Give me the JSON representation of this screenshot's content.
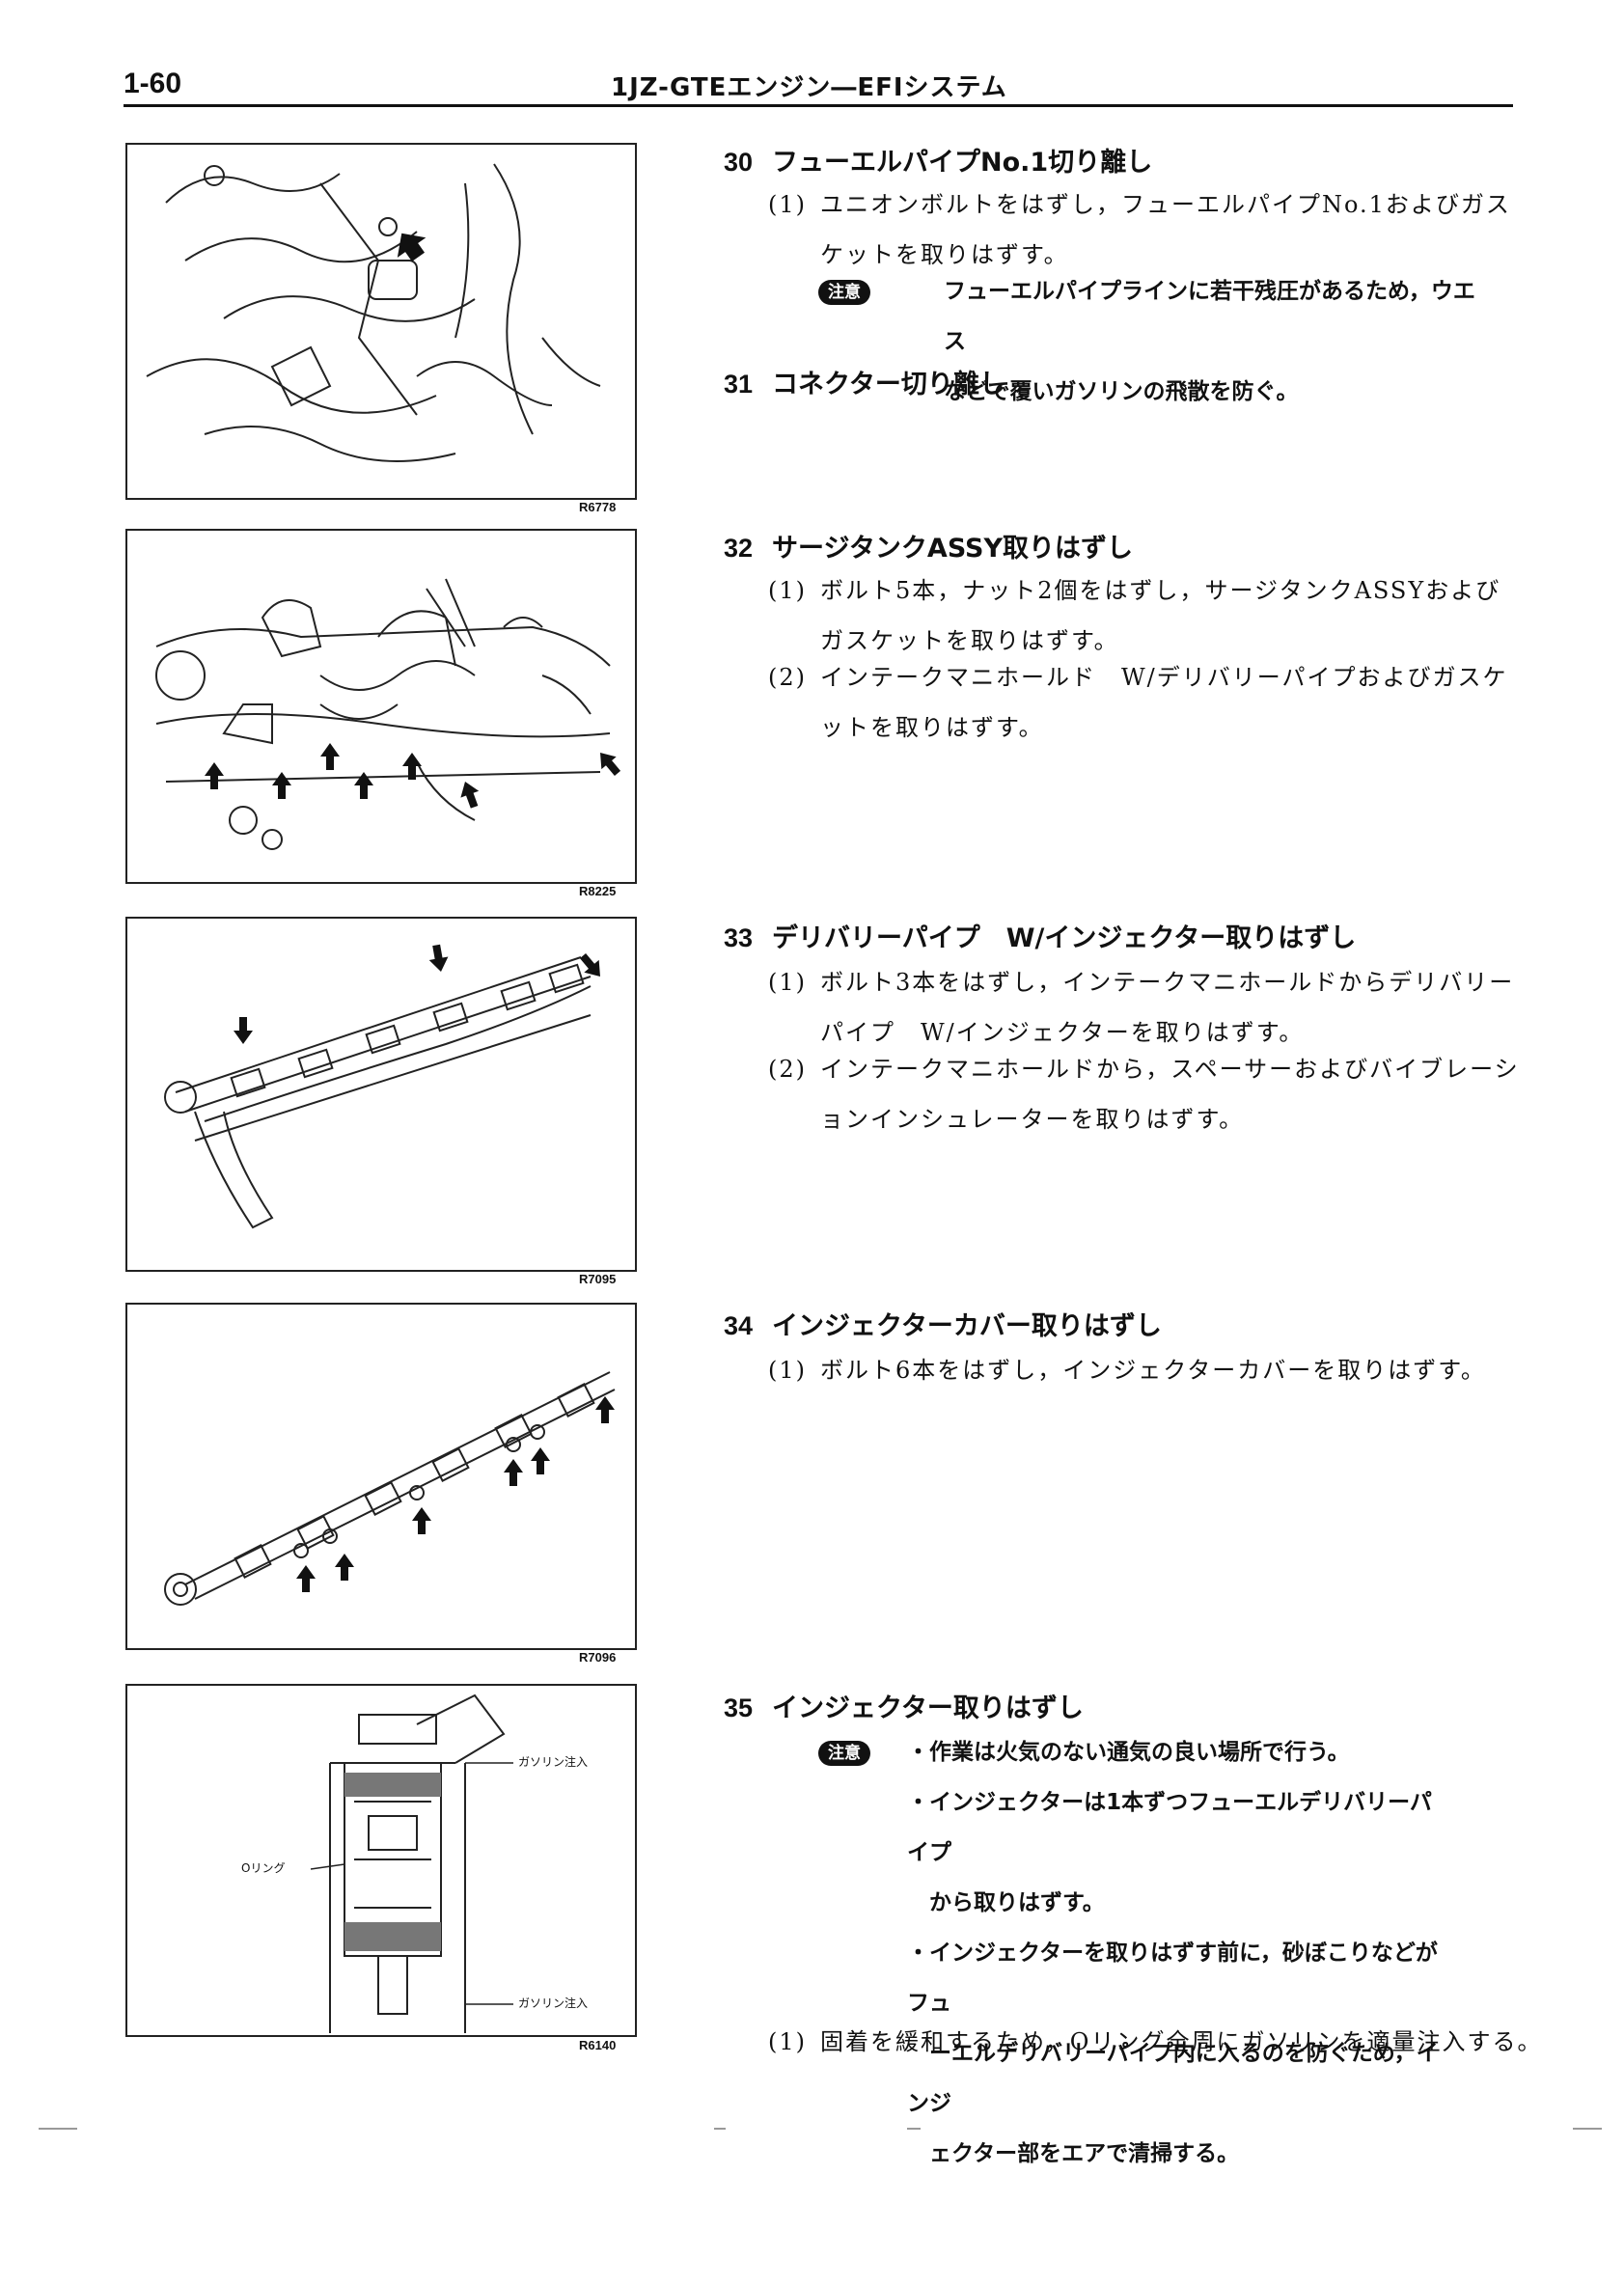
{
  "header": {
    "page_number": "1-60",
    "title": "1JZ-GTEエンジン―EFIシステム"
  },
  "figures": [
    {
      "code": "R6778"
    },
    {
      "code": "R8225"
    },
    {
      "code": "R7095"
    },
    {
      "code": "R7096"
    },
    {
      "code": "R6140",
      "labels": {
        "inlet_top": "ガソリン注入",
        "o_ring": "Oリング",
        "inlet_bottom": "ガソリン注入"
      }
    }
  ],
  "sections": [
    {
      "number": "30",
      "title": "フューエルパイプNo.1切り離し",
      "steps": [
        {
          "num": "(1)",
          "line1": "ユニオンボルトをはずし，フューエルパイプNo.1およびガス",
          "line2": "ケットを取りはずす。"
        }
      ],
      "caution": {
        "badge": "注意",
        "line1": "フューエルパイプラインに若干残圧があるため，ウエス",
        "line2": "などで覆いガソリンの飛散を防ぐ。"
      }
    },
    {
      "number": "31",
      "title": "コネクター切り離し"
    },
    {
      "number": "32",
      "title": "サージタンクASSY取りはずし",
      "steps": [
        {
          "num": "(1)",
          "line1": "ボルト5本，ナット2個をはずし，サージタンクASSYおよび",
          "line2": "ガスケットを取りはずす。"
        },
        {
          "num": "(2)",
          "line1": "インテークマニホールド　W/デリバリーパイプおよびガスケ",
          "line2": "ットを取りはずす。"
        }
      ]
    },
    {
      "number": "33",
      "title": "デリバリーパイプ　W/インジェクター取りはずし",
      "steps": [
        {
          "num": "(1)",
          "line1": "ボルト3本をはずし，インテークマニホールドからデリバリー",
          "line2": "パイプ　W/インジェクターを取りはずす。"
        },
        {
          "num": "(2)",
          "line1": "インテークマニホールドから，スペーサーおよびバイブレーシ",
          "line2": "ョンインシュレーターを取りはずす。"
        }
      ]
    },
    {
      "number": "34",
      "title": "インジェクターカバー取りはずし",
      "steps": [
        {
          "num": "(1)",
          "line1": "ボルト6本をはずし，インジェクターカバーを取りはずす。"
        }
      ]
    },
    {
      "number": "35",
      "title": "インジェクター取りはずし",
      "caution": {
        "badge": "注意",
        "bullets": [
          "・作業は火気のない通気の良い場所で行う。",
          "・インジェクターは1本ずつフューエルデリバリーパイプ",
          "　から取りはずす。",
          "・インジェクターを取りはずす前に，砂ぼこりなどがフュ",
          "　ーエルデリバリーパイプ内に入るのを防ぐため，インジ",
          "　ェクター部をエアで清掃する。"
        ]
      },
      "steps": [
        {
          "num": "(1)",
          "line1": "固着を緩和するため，Oリング全周にガソリンを適量注入する。"
        }
      ]
    }
  ]
}
